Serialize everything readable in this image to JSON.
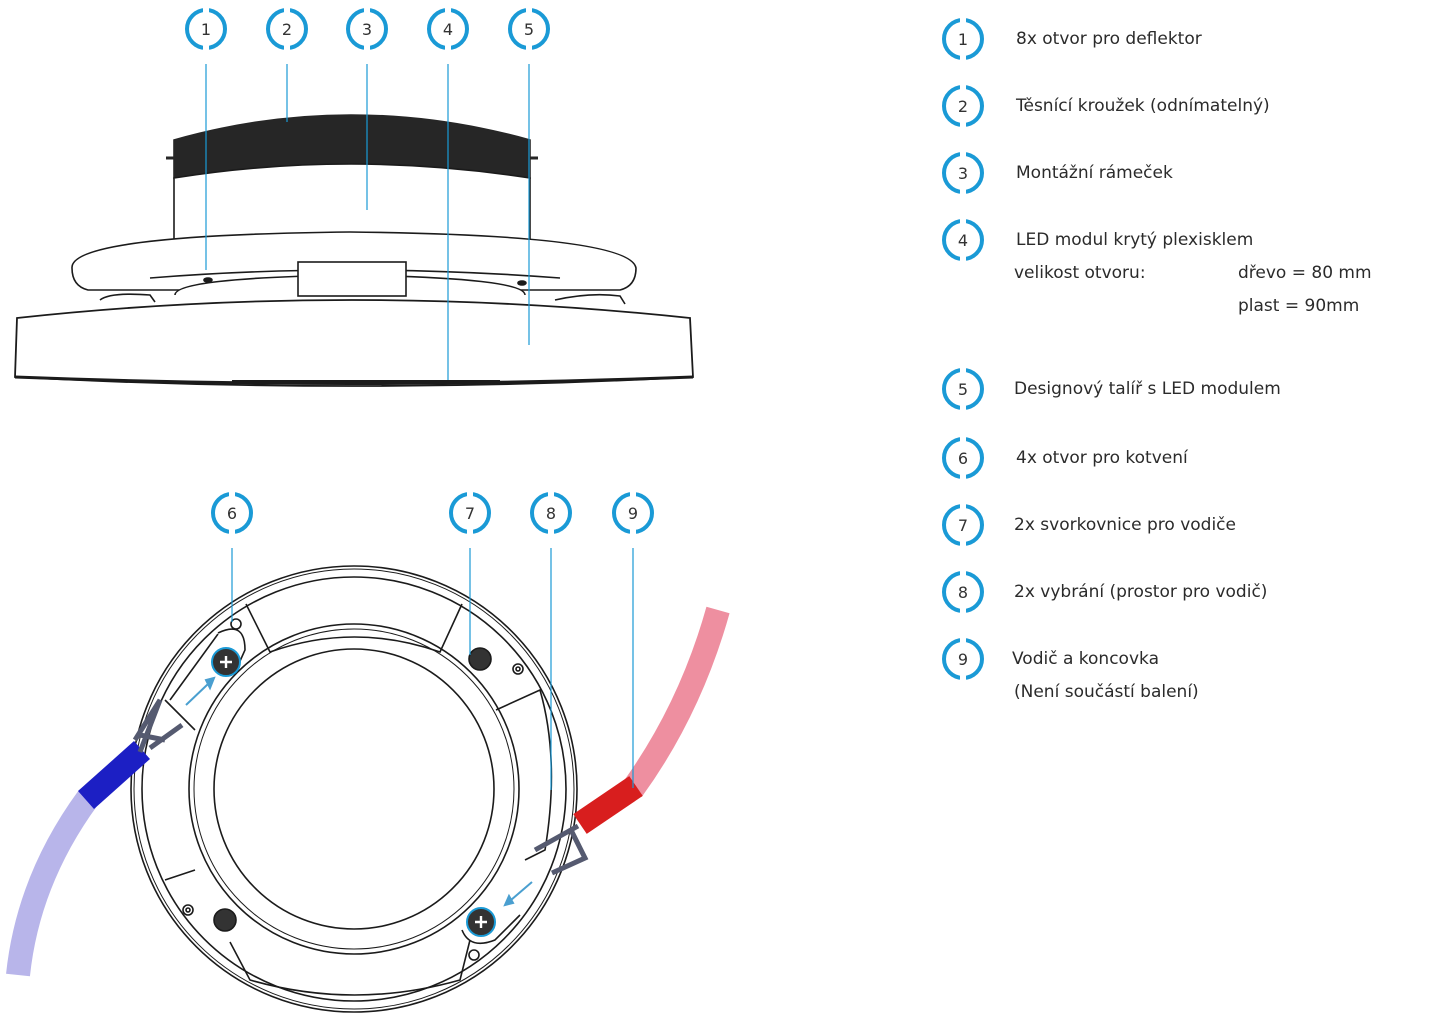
{
  "callouts_top": [
    "1",
    "2",
    "3",
    "4",
    "5"
  ],
  "callouts_bottom": [
    "6",
    "7",
    "8",
    "9"
  ],
  "legend": [
    {
      "num": "1",
      "text": "8x otvor pro deflektor"
    },
    {
      "num": "2",
      "text": "Těsnící kroužek (odnímatelný)"
    },
    {
      "num": "3",
      "text": "Montážní rámeček"
    },
    {
      "num": "4",
      "text": "LED modul krytý plexisklem"
    },
    {
      "num": "5",
      "text": "Designový talíř s LED modulem"
    },
    {
      "num": "6",
      "text": "4x otvor pro kotvení"
    },
    {
      "num": "7",
      "text": "2x svorkovnice pro vodiče"
    },
    {
      "num": "8",
      "text": "2x vybrání (prostor pro vodič)"
    },
    {
      "num": "9",
      "text": "Vodič a koncovka"
    }
  ],
  "hole_size": {
    "label": "velikost otvoru:",
    "wood": "dřevo = 80 mm",
    "plastic": "plast = 90mm"
  },
  "note_9": "(Není součástí balení)",
  "colors": {
    "accent": "#1a9ad6",
    "wire_blue": "#1c1fc4",
    "wire_blue_light": "#b8b5ea",
    "wire_red": "#d81e1e",
    "wire_red_light": "#ee8fa0",
    "seal": "#262626"
  }
}
